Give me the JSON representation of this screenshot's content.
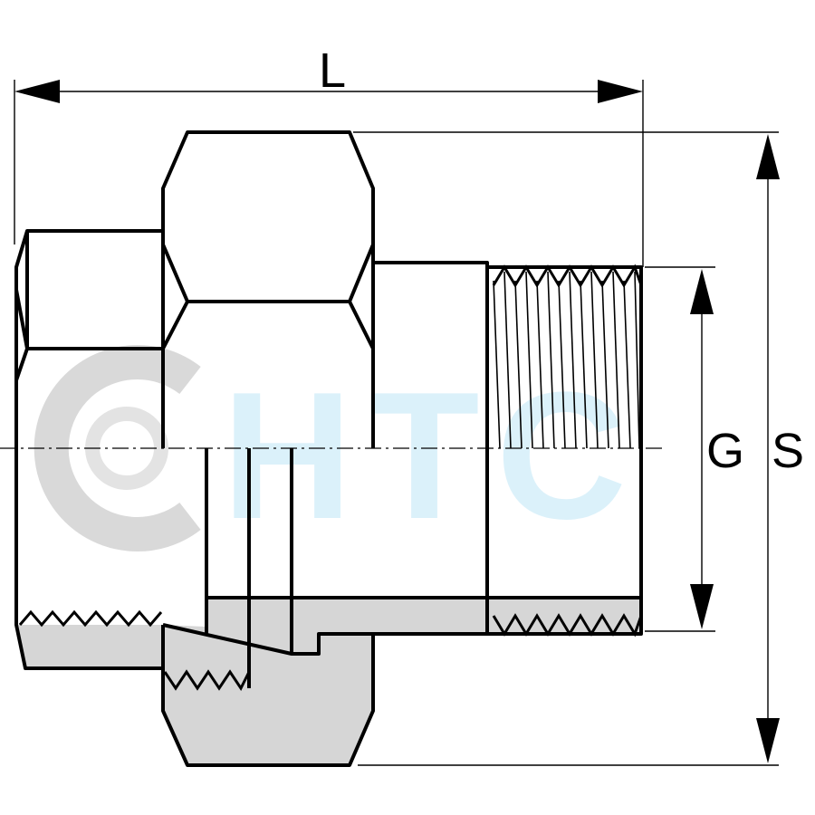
{
  "dimensions": {
    "length_label": "L",
    "thread_label": "G",
    "hex_label": "S"
  },
  "watermark": {
    "text": "HTC",
    "color": "#bfe6f7",
    "ring_color": "#d9d9d9"
  },
  "colors": {
    "outline": "#000000",
    "section_fill": "#d6d6d6",
    "background": "#ffffff"
  }
}
